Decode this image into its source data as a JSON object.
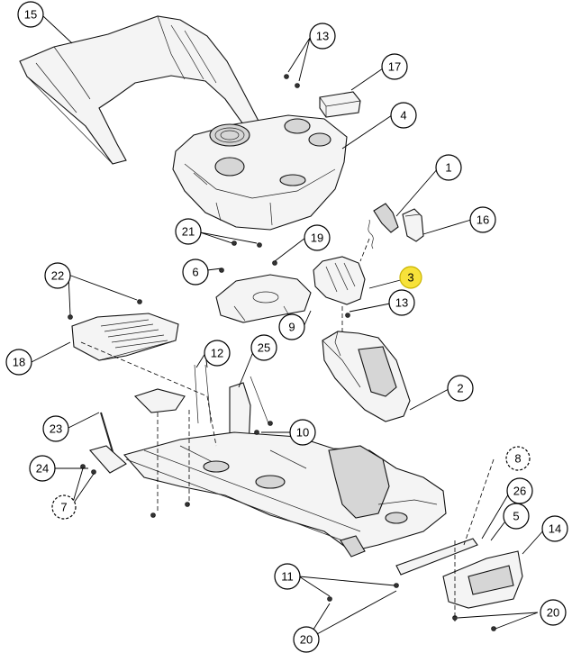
{
  "diagram": {
    "callouts": [
      {
        "id": "c15",
        "label": "15"
      },
      {
        "id": "c13a",
        "label": "13"
      },
      {
        "id": "c17",
        "label": "17"
      },
      {
        "id": "c4",
        "label": "4"
      },
      {
        "id": "c1",
        "label": "1"
      },
      {
        "id": "c16",
        "label": "16"
      },
      {
        "id": "c21",
        "label": "21"
      },
      {
        "id": "c19",
        "label": "19"
      },
      {
        "id": "c6",
        "label": "6"
      },
      {
        "id": "c22",
        "label": "22"
      },
      {
        "id": "c3",
        "label": "3"
      },
      {
        "id": "c13b",
        "label": "13"
      },
      {
        "id": "c9",
        "label": "9"
      },
      {
        "id": "c18",
        "label": "18"
      },
      {
        "id": "c12",
        "label": "12"
      },
      {
        "id": "c25",
        "label": "25"
      },
      {
        "id": "c2",
        "label": "2"
      },
      {
        "id": "c10",
        "label": "10"
      },
      {
        "id": "c23",
        "label": "23"
      },
      {
        "id": "c24",
        "label": "24"
      },
      {
        "id": "c7",
        "label": "7"
      },
      {
        "id": "c8",
        "label": "8"
      },
      {
        "id": "c26",
        "label": "26"
      },
      {
        "id": "c5",
        "label": "5"
      },
      {
        "id": "c14",
        "label": "14"
      },
      {
        "id": "c11",
        "label": "11"
      },
      {
        "id": "c20a",
        "label": "20"
      },
      {
        "id": "c20b",
        "label": "20"
      }
    ],
    "highlight_color": "#f7e23a"
  }
}
